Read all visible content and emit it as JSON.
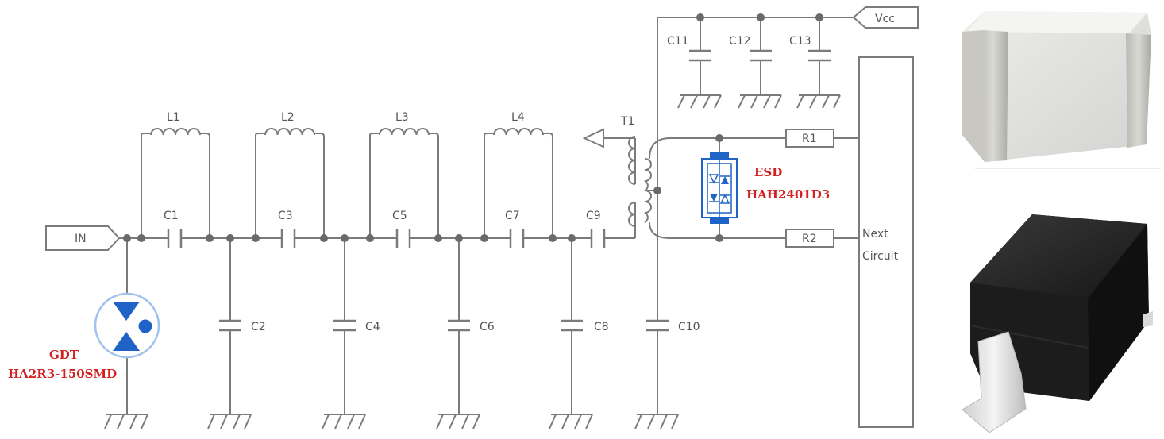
{
  "ports": {
    "in": "IN",
    "vcc": "Vcc"
  },
  "inductors": [
    "L1",
    "L2",
    "L3",
    "L4"
  ],
  "series_caps": [
    "C1",
    "C3",
    "C5",
    "C7",
    "C9"
  ],
  "shunt_caps": [
    "C2",
    "C4",
    "C6",
    "C8",
    "C10"
  ],
  "supply_caps": [
    "C11",
    "C12",
    "C13"
  ],
  "transformer": "T1",
  "resistors": [
    "R1",
    "R2"
  ],
  "next_circuit": [
    "Next",
    "Circuit"
  ],
  "esd": {
    "type": "ESD",
    "part": "HAH2401D3"
  },
  "gdt": {
    "type": "GDT",
    "part": "HA2R3-150SMD"
  },
  "colors": {
    "wire": "#7b7b7b",
    "device_blue": "#1f63c7",
    "part_red": "#d32020"
  }
}
